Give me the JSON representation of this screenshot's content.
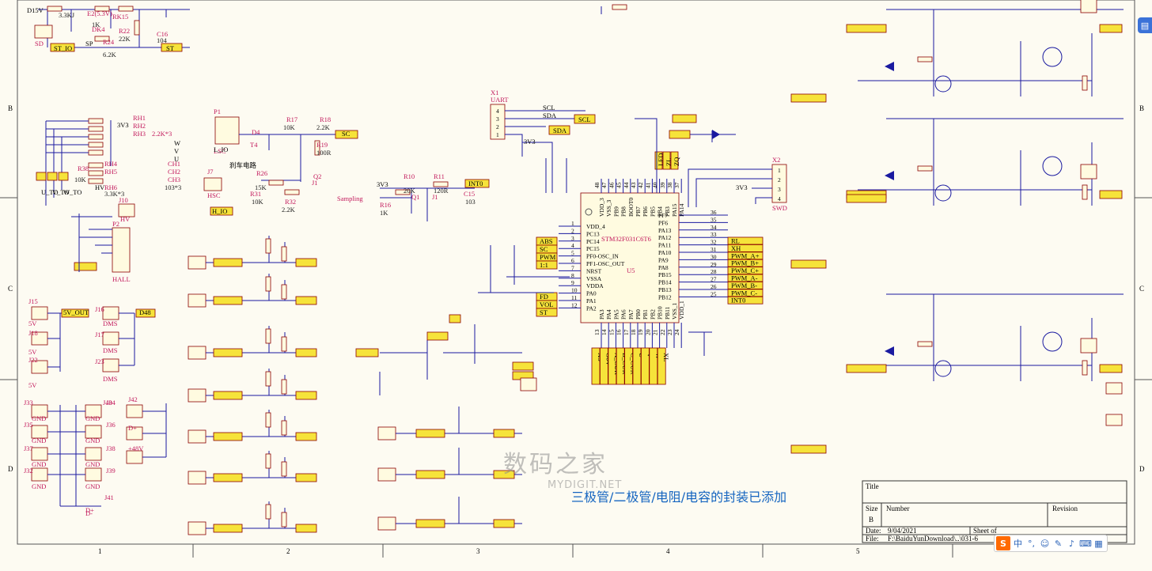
{
  "frame": {
    "col_numbers": [
      "1",
      "2",
      "3",
      "4",
      "5"
    ],
    "row_letters": [
      "B",
      "C",
      "D"
    ],
    "title_block": {
      "title_label": "Title",
      "size_label": "Size",
      "size_value": "B",
      "number_label": "Number",
      "revision_label": "Revision",
      "date_label": "Date:",
      "date_value": "9/04/2021",
      "sheet_label": "Sheet of",
      "file_label": "File:",
      "file_value": "F:\\BaiduYunDownload\\..\\031-6"
    }
  },
  "caption": "三极管/二极管/电阻/电容的封装已添加",
  "watermark": {
    "text": "数码之家",
    "sub": "MYDIGIT.NET"
  },
  "mcu": {
    "ref": "U5",
    "part": "STM32F031C6T6",
    "left_pins": [
      [
        "1",
        "VDD_4"
      ],
      [
        "2",
        "PC13"
      ],
      [
        "3",
        "PC14"
      ],
      [
        "4",
        "PC15"
      ],
      [
        "5",
        "PF0-OSC_IN"
      ],
      [
        "6",
        "PF1-OSC_OUT"
      ],
      [
        "7",
        "NRST"
      ],
      [
        "8",
        "VSSA"
      ],
      [
        "9",
        "VDDA"
      ],
      [
        "10",
        "PA0"
      ],
      [
        "11",
        "PA1"
      ],
      [
        "12",
        "PA2"
      ]
    ],
    "right_pins": [
      [
        "36",
        "PF7"
      ],
      [
        "35",
        "PF6"
      ],
      [
        "34",
        "PA13"
      ],
      [
        "33",
        "PA12"
      ],
      [
        "32",
        "PA11"
      ],
      [
        "31",
        "PA10"
      ],
      [
        "30",
        "PA9"
      ],
      [
        "29",
        "PA8"
      ],
      [
        "28",
        "PB15"
      ],
      [
        "27",
        "PB14"
      ],
      [
        "26",
        "PB13"
      ],
      [
        "25",
        "PB12"
      ]
    ],
    "top_pins": [
      "48",
      "47",
      "46",
      "45",
      "44",
      "43",
      "42",
      "41",
      "40",
      "39",
      "38",
      "37"
    ],
    "top_names": [
      "VDD_3",
      "VSS_3",
      "PB9",
      "PB8",
      "BOOT0",
      "PB7",
      "PB6",
      "PB5",
      "PB4",
      "PB3",
      "PA15",
      "PA14"
    ],
    "bottom_pins": [
      "13",
      "14",
      "15",
      "16",
      "17",
      "18",
      "19",
      "20",
      "21",
      "22",
      "23",
      "24"
    ],
    "bottom_names": [
      "PA3",
      "PA4",
      "PA5",
      "PA6",
      "PA7",
      "PB0",
      "PB1",
      "PB2",
      "PB10",
      "PB11",
      "VSS_1",
      "VDD_1"
    ],
    "left_nets": [
      "ABS",
      "SC",
      "PWM",
      "1:1",
      "FD",
      "VOL",
      "ST"
    ],
    "right_nets": [
      "RL",
      "XH",
      "PWM_A+",
      "PWM_B+",
      "PWM_C+",
      "PWM_A-",
      "PWM_B-",
      "PWM_C-",
      "INT0"
    ],
    "top_nets": [
      "LED",
      "ZL",
      "ZQ"
    ],
    "bottom_nets": [
      "XS",
      "G04",
      "A_CUR",
      "B_CUR",
      "C_CUR",
      "U",
      "V",
      "W",
      "XL"
    ]
  },
  "uart": {
    "ref": "X1",
    "name": "UART",
    "pins": [
      "4",
      "3",
      "2",
      "1"
    ],
    "nets": [
      "SCL",
      "SDA"
    ],
    "supply": "3V3"
  },
  "swd": {
    "ref": "X2",
    "name": "SWD",
    "pins": [
      "1",
      "2",
      "3",
      "4"
    ],
    "supply": "3V3"
  },
  "labels": {
    "top_left": [
      "D15V",
      "3.3KJ",
      "E2(5.3V)",
      "DK4",
      "RK15",
      "1K",
      "R22",
      "22K",
      "C16",
      "104",
      "R24",
      "6.2K",
      "SP",
      "SD",
      "ST_IO",
      "ST"
    ],
    "hall": [
      "RH1",
      "RH2",
      "RH3",
      "2.2K*3",
      "3V3",
      "RH4",
      "RH5",
      "RH6",
      "3.3K*3",
      "CH1",
      "CH2",
      "CH3",
      "103*3",
      "R38",
      "10K",
      "U_TO",
      "V_TO",
      "W_TO",
      "HV",
      "J10",
      "P2",
      "HALL",
      "HV",
      "W",
      "V",
      "U"
    ],
    "brake": [
      "P1",
      "LSC",
      "L_IO",
      "D4",
      "T4",
      "R17",
      "10K",
      "R18",
      "2.2K",
      "SC",
      "R19",
      "100R",
      "Q2",
      "J1",
      "刹车电路",
      "J7",
      "HSC",
      "R26",
      "15K",
      "R31",
      "10K",
      "R32",
      "2.2K",
      "H_IO"
    ],
    "int": [
      "3V3",
      "R10",
      "20K",
      "R11",
      "120R",
      "INT0",
      "C15",
      "103",
      "Sampling",
      "R16",
      "1K",
      "Q1",
      "J1"
    ],
    "misc": [
      "J15",
      "5V",
      "5V_OUT",
      "J18",
      "5V",
      "J22",
      "5V",
      "J16",
      "DMS",
      "J17",
      "DMS",
      "J23",
      "DMS",
      "D48",
      "J33",
      "GND",
      "J34",
      "GND",
      "J35",
      "GND",
      "J36",
      "GND",
      "J37",
      "GND",
      "J38",
      "GND",
      "J32",
      "GND",
      "J39",
      "GND",
      "J40",
      "D+",
      "J41",
      "D-",
      "J42",
      "D+",
      "+48V"
    ]
  }
}
